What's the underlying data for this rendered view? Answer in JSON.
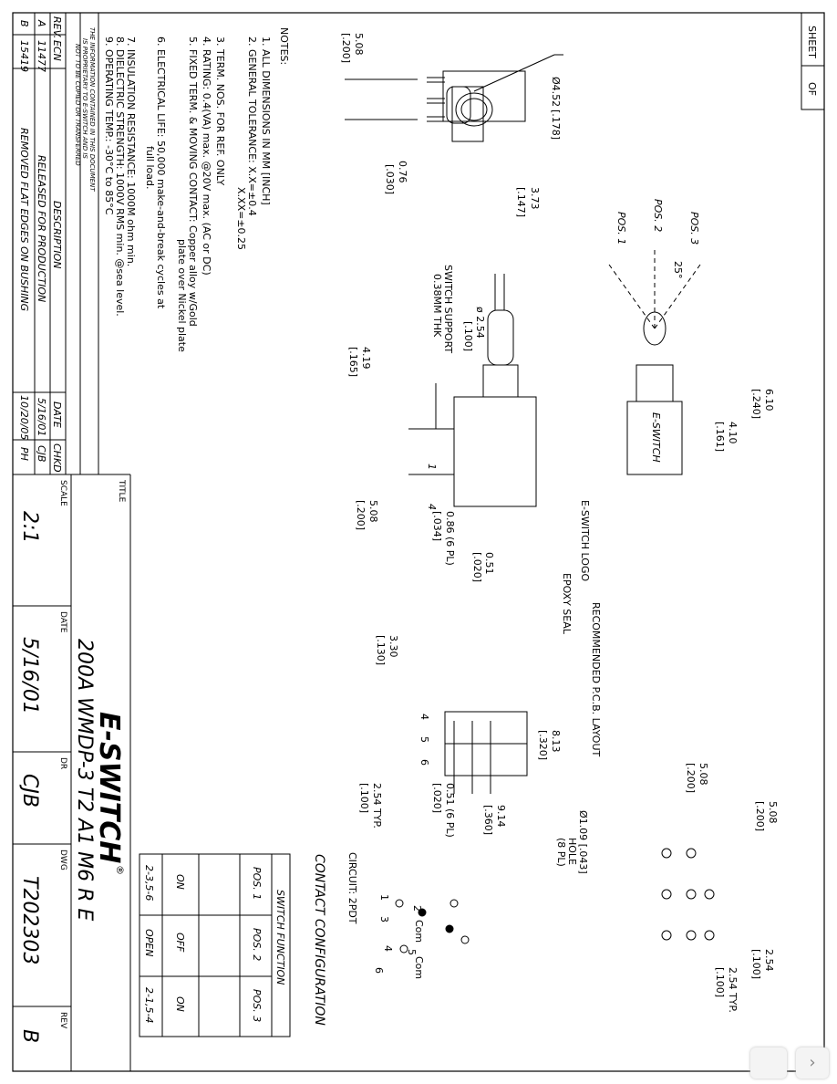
{
  "sheet": {
    "label": "SHEET",
    "of": "OF"
  },
  "notes": {
    "heading": "NOTES:",
    "lines": [
      "1. ALL DIMENSIONS IN MM [INCH]",
      "2. GENERAL TOLERANCE: X.X=±0.4",
      "X.XX=±0.25",
      "3. TERM. NOS. FOR REF. ONLY",
      "4. RATING: 0.4(VA) max. @20V max. (AC or DC)",
      "5. FIXED TERM. & MOVING CONTACT: Copper alloy w/Gold",
      "plate over Nickel plate",
      "6. ELECTRICAL LIFE: 50,000 make-and-break cycles at",
      "full load.",
      "7. INSULATION RESISTANCE: 1000M ohm min.",
      "8. DIELECTRIC STRENGTH: 1000V RMS min. @sea level.",
      "9. OPERATING TEMP.: -30°C to 85°C"
    ]
  },
  "revisions": {
    "headers": [
      "REV.",
      "ECN",
      "DESCRIPTION",
      "DATE",
      "CHKD"
    ],
    "rows": [
      [
        "B",
        "15419",
        "REMOVED FLAT EDGES ON BUSHING",
        "10/20/05",
        "PH"
      ],
      [
        "A",
        "11477",
        "RELEASED FOR PRODUCTION",
        "5/16/01",
        "CJB"
      ]
    ],
    "proprietary": [
      "THE INFORMATION CONTAINED IN THIS DOCUMENT",
      "IS PROPRIETARY TO E-SWITCH AND IS",
      "NOT TO BE COPIED OR TRANSFERRED"
    ]
  },
  "title_block": {
    "title_label": "TITLE",
    "title": "200A WMDP-3 T2 A1 M6 R E",
    "company": "E-SWITCH",
    "registered": "®",
    "scale_label": "SCALE",
    "scale": "2:1",
    "date_label": "DATE",
    "date": "5/16/01",
    "dr_label": "DR",
    "dr": "CJB",
    "dwg_label": "DWG",
    "dwg": "T202303",
    "rev_label": "REV",
    "rev": "B"
  },
  "top_view": {
    "dia_mm": "Ø4.52",
    "dia_in": "[.178]",
    "pitch_mm": "5.08",
    "pitch_in": "[.200]",
    "term_mm": "0.76",
    "term_in": "[.030]",
    "depth_mm": "3.73",
    "depth_in": "[.147]"
  },
  "side_view": {
    "lever_mm": "ø 2.54",
    "lever_in": "[.100]",
    "support_title": "SWITCH SUPPORT",
    "support_thk": "0.38MM THK",
    "h_mm": "4.19",
    "h_in": "[.165]",
    "pitch_mm": "5.08",
    "pitch_in": "[.200]",
    "term_mm": "0.86 (6 PL)",
    "term_in": "[.034]",
    "thk_mm": "0.51",
    "thk_in": "[.020]",
    "term_nums": [
      "1",
      "4"
    ]
  },
  "front_view": {
    "positions": [
      "POS. 1",
      "POS. 2",
      "POS. 3"
    ],
    "angle": "25°",
    "h1_mm": "6.10",
    "h1_in": "[.240]",
    "h2_mm": "4.10",
    "h2_in": "[.161]",
    "body_logo": "E-SWITCH",
    "logo_label": "E-SWITCH LOGO"
  },
  "back_view": {
    "epoxy": "EPOXY SEAL",
    "d1_mm": "3.30",
    "d1_in": "[.130]",
    "d2_mm": "8.13",
    "d2_in": "[.320]",
    "d3_mm": "9.14",
    "d3_in": "[.360]",
    "d4_mm": "0.51 (6 PL)",
    "d4_in": "[.020]",
    "d5_mm": "2.54 TYP.",
    "d5_in": "[.100]",
    "term_nums": [
      "4",
      "5",
      "6"
    ]
  },
  "pcb": {
    "title": "RECOMMENDED P.C.B. LAYOUT",
    "hole_mm": "Ø1.09 [.043]",
    "hole_label": "HOLE",
    "hole_count": "(8 PL)",
    "a_mm": "5.08",
    "a_in": "[.200]",
    "b_mm": "5.08",
    "b_in": "[.200]",
    "c_mm": "2.54",
    "c_in": "[.100]",
    "d_mm": "2.54 TYP.",
    "d_in": "[.100]"
  },
  "contact": {
    "title": "CONTACT CONFIGURATION",
    "circuit": "CIRCUIT: 2PDT",
    "nums": [
      "1",
      "2",
      "3",
      "4",
      "5",
      "6"
    ],
    "com": "Com",
    "switch_function": "SWITCH FUNCTION",
    "headers": [
      "POS. 1",
      "POS. 2",
      "POS. 3"
    ],
    "states": [
      "ON",
      "OFF",
      "ON"
    ],
    "open_label": "OPEN",
    "circuits": [
      "2-3,5-6",
      "",
      "2-1,5-4"
    ]
  },
  "colors": {
    "ink": "#000000",
    "paper": "#ffffff"
  }
}
